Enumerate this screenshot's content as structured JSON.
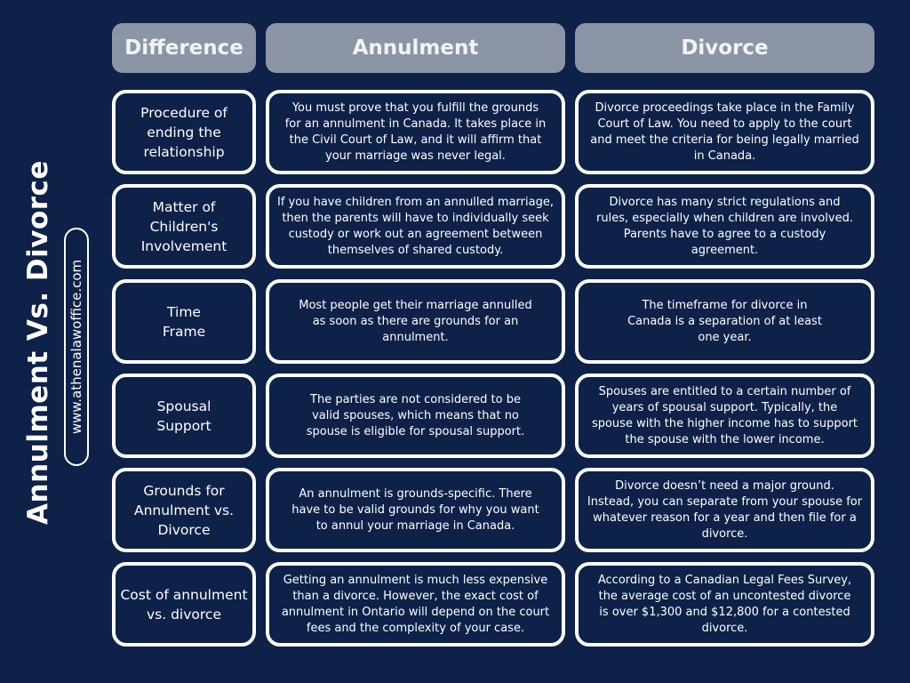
{
  "sidebar": {
    "title": "Annulment Vs. Divorce",
    "website": "www.athenalawoffice.com"
  },
  "header": {
    "col_difference": "Difference",
    "col_annulment": "Annulment",
    "col_divorce": "Divorce"
  },
  "colors": {
    "background": "#0e2148",
    "header_box": "#8c95a6",
    "border": "#ffffff",
    "text": "#ffffff"
  },
  "rows": [
    {
      "difference": "Procedure of\nending the\nrelationship",
      "annulment": "You must prove that you fulfill the grounds\nfor an annulment in Canada. It takes place in\nthe Civil Court of Law, and it will affirm that\nyour marriage was never legal.",
      "divorce": "Divorce proceedings take place in the Family\nCourt of Law. You need to apply to the court\nand meet the criteria for being legally married\nin Canada."
    },
    {
      "difference": "Matter of\nChildren's\nInvolvement",
      "annulment": "If you have children from an annulled marriage,\nthen the parents will have to individually seek\ncustody or work out an agreement between\nthemselves of shared custody.",
      "divorce": "Divorce has many strict regulations and\nrules, especially when children are involved.\nParents have to agree to a custody\nagreement."
    },
    {
      "difference": "Time\nFrame",
      "annulment": "Most people get their marriage annulled\nas soon as there are grounds for an\nannulment.",
      "divorce": "The timeframe for divorce in\nCanada is a separation of at least\none year."
    },
    {
      "difference": "Spousal\nSupport",
      "annulment": "The parties are not considered to be\nvalid spouses, which means that no\nspouse is eligible for spousal support.",
      "divorce": "Spouses are entitled to a certain number of\nyears of spousal support. Typically, the\nspouse with the higher income has to support\nthe spouse with the lower income."
    },
    {
      "difference": "Grounds for\nAnnulment vs.\nDivorce",
      "annulment": "An annulment is grounds-specific. There\nhave to be valid grounds for why you want\nto annul your marriage in Canada.",
      "divorce": "Divorce doesn’t need a major ground.\nInstead, you can separate from your spouse for\nwhatever reason for a year and then file for a\ndivorce."
    },
    {
      "difference": "Cost of annulment\nvs. divorce",
      "annulment": "Getting an annulment is much less expensive\nthan a divorce. However, the exact cost of\nannulment in Ontario will depend on the court\nfees and the complexity of your case.",
      "divorce": "According to a Canadian Legal Fees Survey,\nthe average cost of an uncontested divorce\nis over $1,300 and $12,800 for a contested\ndivorce."
    }
  ]
}
